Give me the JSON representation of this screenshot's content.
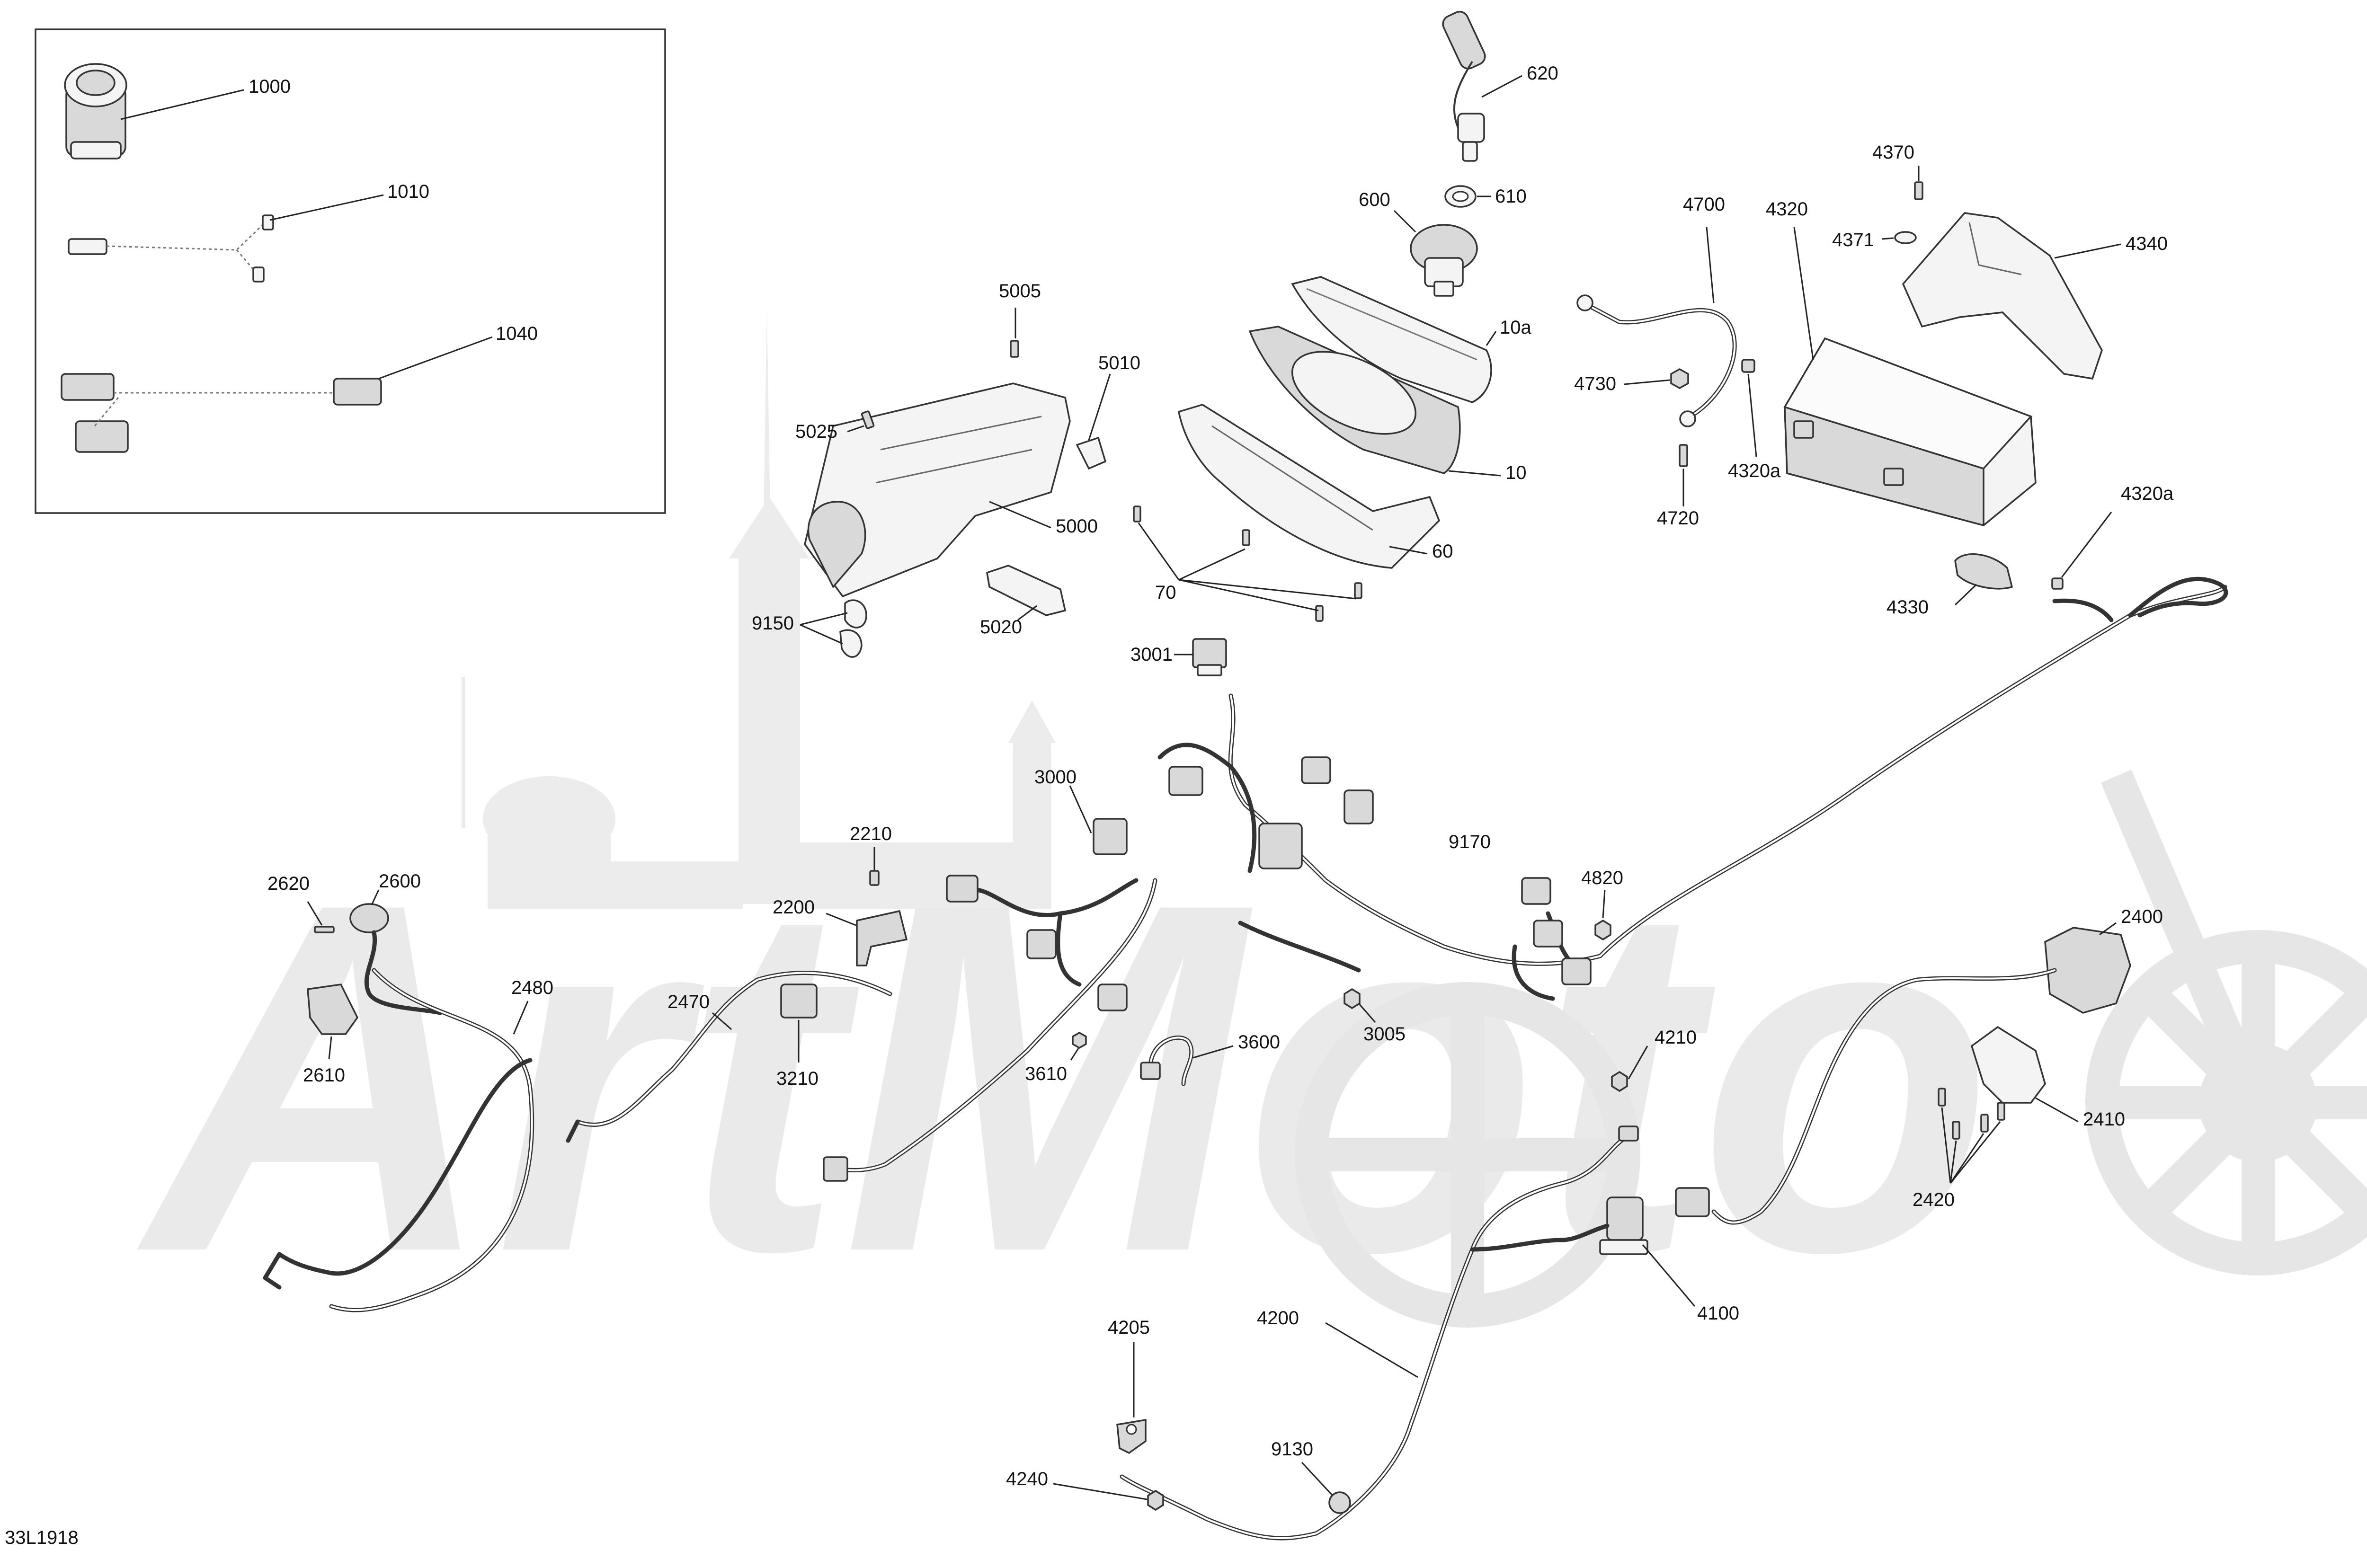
{
  "diagram": {
    "code": "33L1918",
    "watermark": "ArtMoto",
    "labels": {
      "l1000": "1000",
      "l1010": "1010",
      "l1040": "1040",
      "l620": "620",
      "l610": "610",
      "l600": "600",
      "l10a": "10a",
      "l10": "10",
      "l60": "60",
      "l70": "70",
      "l5005": "5005",
      "l5010": "5010",
      "l5025": "5025",
      "l5000": "5000",
      "l5020": "5020",
      "l9150": "9150",
      "l3001": "3001",
      "l4700": "4700",
      "l4730": "4730",
      "l4720": "4720",
      "l4320": "4320",
      "l4320a_1": "4320a",
      "l4320a_2": "4320a",
      "l4370": "4370",
      "l4371": "4371",
      "l4340": "4340",
      "l4330": "4330",
      "l3000": "3000",
      "l9170": "9170",
      "l2210": "2210",
      "l2200": "2200",
      "l4820": "4820",
      "l2620": "2620",
      "l2600": "2600",
      "l2610": "2610",
      "l2480": "2480",
      "l2470": "2470",
      "l3210": "3210",
      "l3005": "3005",
      "l3610": "3610",
      "l3600": "3600",
      "l4210": "4210",
      "l2400": "2400",
      "l2410": "2410",
      "l2420": "2420",
      "l4100": "4100",
      "l4205": "4205",
      "l4200": "4200",
      "l9130": "9130",
      "l4240": "4240"
    }
  }
}
